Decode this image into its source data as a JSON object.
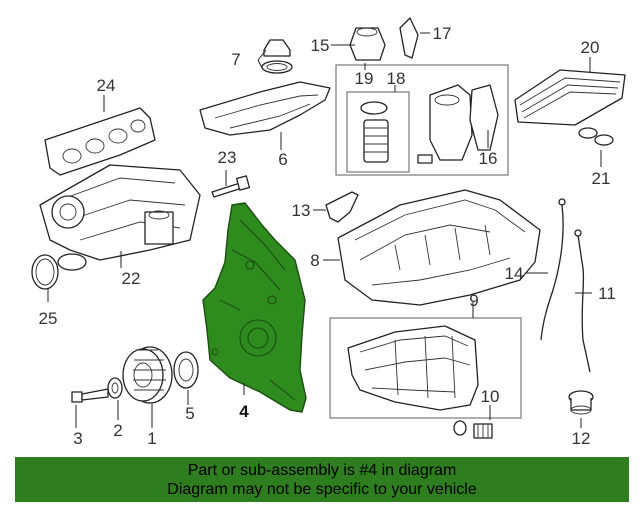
{
  "highlighted_part": "4",
  "callouts": {
    "c1": "1",
    "c2": "2",
    "c3": "3",
    "c4": "4",
    "c5": "5",
    "c6": "6",
    "c7": "7",
    "c8": "8",
    "c9": "9",
    "c10": "10",
    "c11": "11",
    "c12": "12",
    "c13": "13",
    "c14": "14",
    "c15": "15",
    "c16": "16",
    "c17": "17",
    "c18": "18",
    "c19": "19",
    "c20": "20",
    "c21": "21",
    "c22": "22",
    "c23": "23",
    "c24": "24",
    "c25": "25"
  },
  "banner": {
    "line1": "Part or sub-assembly is #4 in diagram",
    "line2": "Diagram may not be specific to your vehicle"
  },
  "colors": {
    "highlight": "#2e8b1e",
    "banner": "#2e7d1e"
  }
}
